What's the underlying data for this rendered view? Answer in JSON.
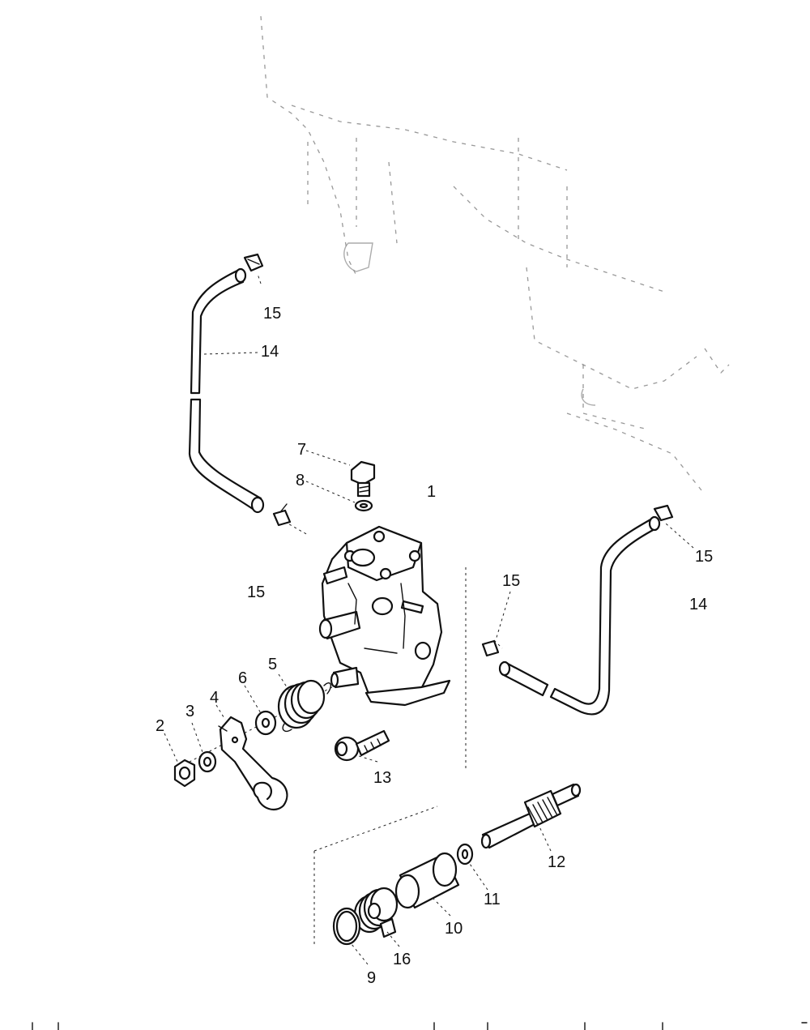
{
  "diagram": {
    "part_labels": [
      {
        "id": "p1",
        "text": "1"
      },
      {
        "id": "p2",
        "text": "2"
      },
      {
        "id": "p3",
        "text": "3"
      },
      {
        "id": "p4",
        "text": "4"
      },
      {
        "id": "p5",
        "text": "5"
      },
      {
        "id": "p6",
        "text": "6"
      },
      {
        "id": "p7",
        "text": "7"
      },
      {
        "id": "p8",
        "text": "8"
      },
      {
        "id": "p9",
        "text": "9"
      },
      {
        "id": "p10",
        "text": "10"
      },
      {
        "id": "p11",
        "text": "11"
      },
      {
        "id": "p12",
        "text": "12"
      },
      {
        "id": "p13",
        "text": "13"
      },
      {
        "id": "p14a",
        "text": "14"
      },
      {
        "id": "p14b",
        "text": "14"
      },
      {
        "id": "p15a",
        "text": "15"
      },
      {
        "id": "p15b",
        "text": "15"
      },
      {
        "id": "p15c",
        "text": "15"
      },
      {
        "id": "p15d",
        "text": "15"
      },
      {
        "id": "p16",
        "text": "16"
      }
    ]
  }
}
